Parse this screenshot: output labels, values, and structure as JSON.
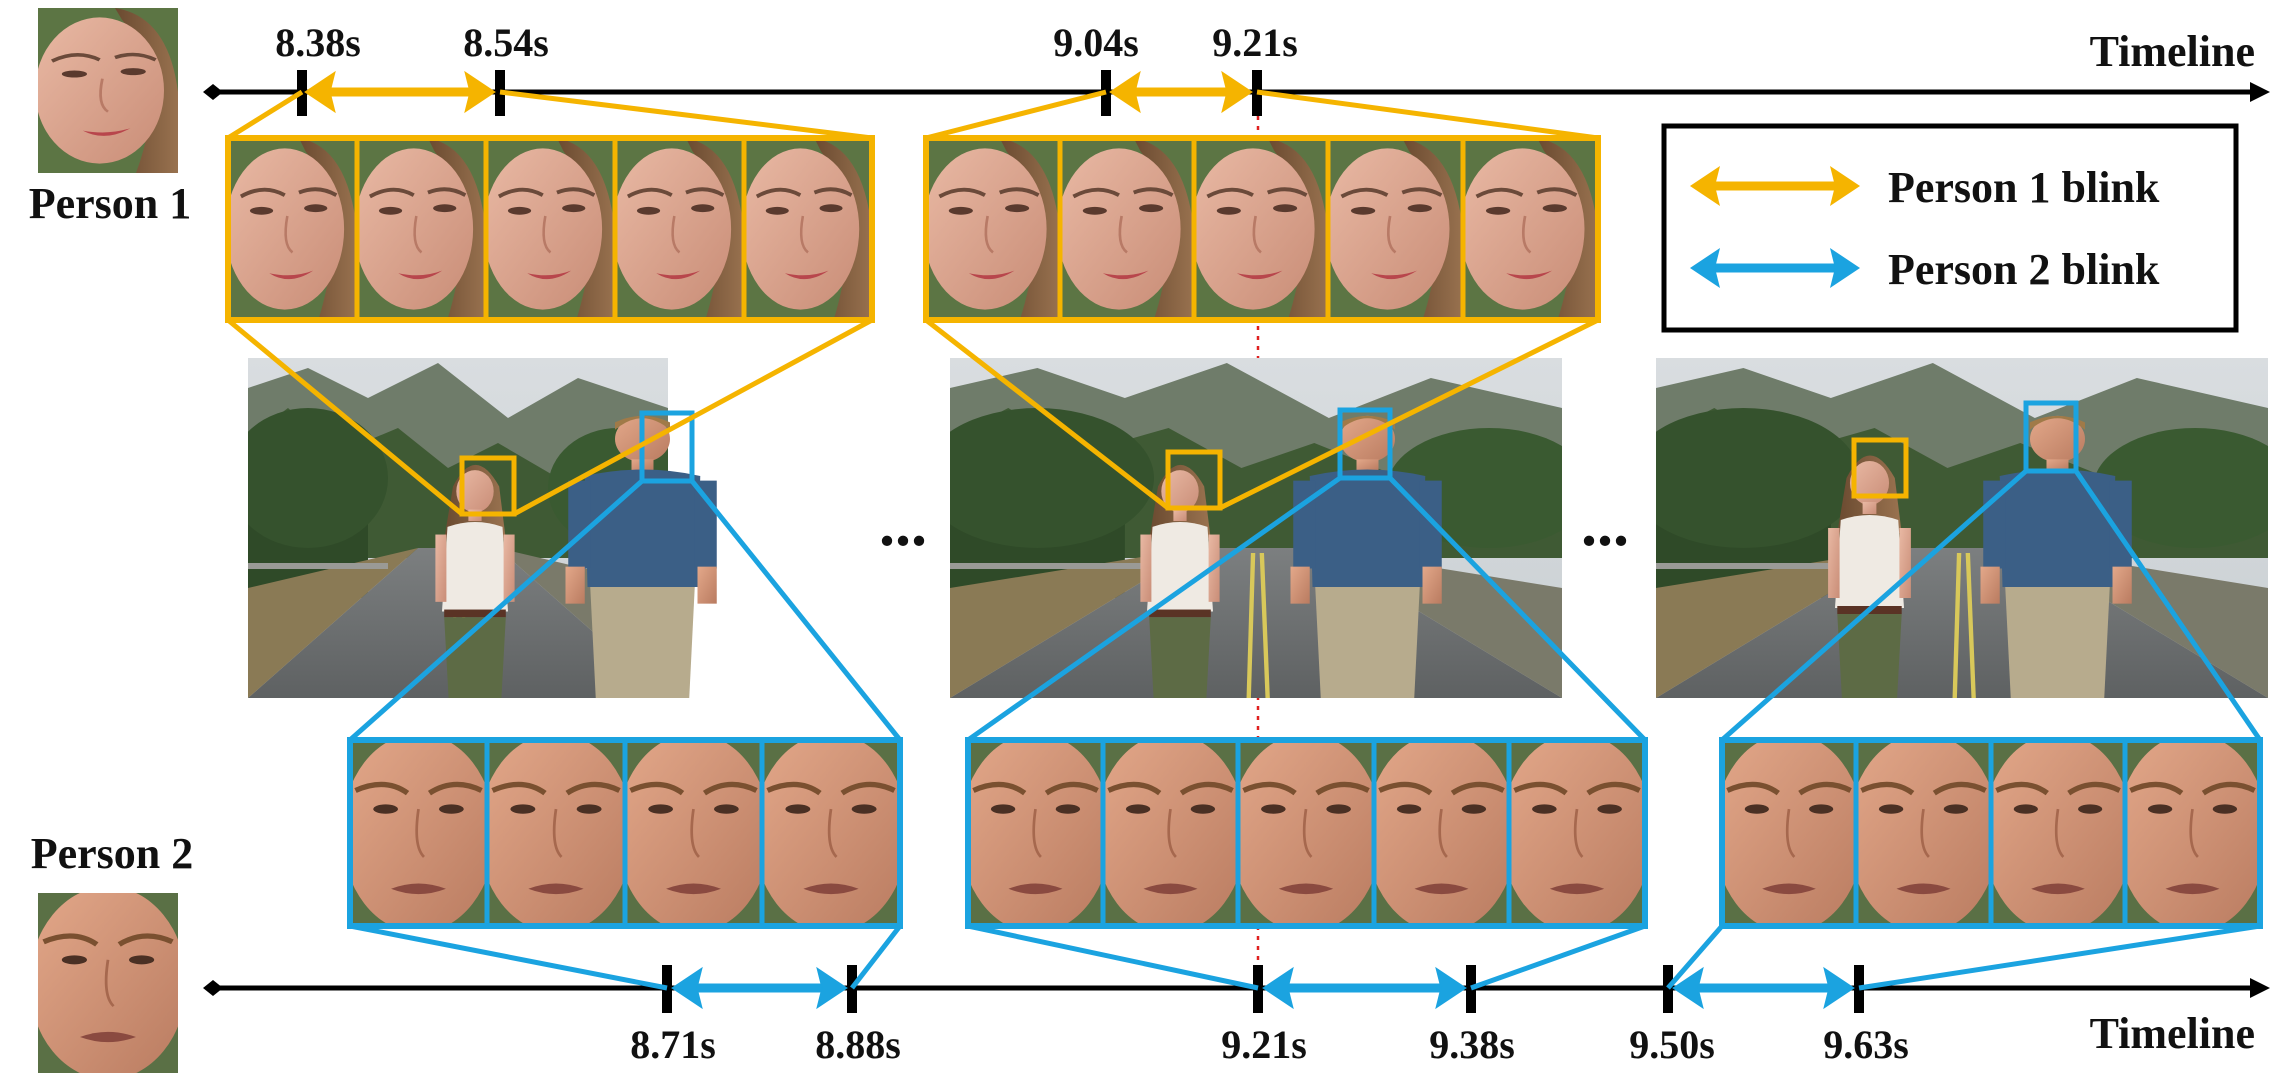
{
  "colors": {
    "person1": "#F5B400",
    "person2": "#1BA3E0",
    "timeline": "#000000",
    "marker_line": "#E02020"
  },
  "person1": {
    "label": "Person 1",
    "avatar": "woman-portrait"
  },
  "person2": {
    "label": "Person 2",
    "avatar": "man-portrait"
  },
  "timeline_top": {
    "label": "Timeline",
    "ticks": [
      "8.38s",
      "8.54s",
      "9.04s",
      "9.21s"
    ]
  },
  "timeline_bottom": {
    "label": "Timeline",
    "ticks": [
      "8.71s",
      "8.88s",
      "9.21s",
      "9.38s",
      "9.50s",
      "9.63s"
    ]
  },
  "legend": {
    "items": [
      {
        "label": "Person 1 blink",
        "color": "#F5B400"
      },
      {
        "label": "Person 2 blink",
        "color": "#1BA3E0"
      }
    ]
  },
  "ellipsis": "..."
}
